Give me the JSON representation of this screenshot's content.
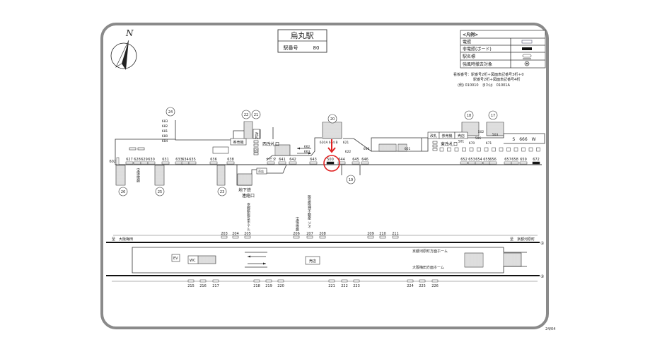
{
  "title": {
    "station_name": "烏丸駅",
    "station_number_label": "駅番号",
    "station_number": "80"
  },
  "compass": {
    "north_label": "N"
  },
  "legend": {
    "header": "<凡例>",
    "rows": [
      {
        "label": "電照",
        "symbol": "lit-board"
      },
      {
        "label": "非電照(ボード)",
        "symbol": "unlit-board"
      },
      {
        "label": "駅名標",
        "symbol": "station-sign"
      },
      {
        "label": "強風時撤去対象",
        "symbol": "wind-removal"
      }
    ],
    "notes": [
      "看板番号：駅番号2桁＋図面表記番号3桁＋0",
      "駅番号2桁＋図面表記番号4桁",
      "(例) 010010　または　01001A"
    ]
  },
  "exits": [
    "24",
    "22",
    "21",
    "20",
    "18",
    "17",
    "26",
    "25",
    "23",
    "19"
  ],
  "concourse": {
    "signs": [
      "602",
      "627",
      "628",
      "629",
      "630",
      "631",
      "633",
      "634",
      "635",
      "636",
      "638",
      "ナビタ",
      "641",
      "642",
      "643",
      "500",
      "644",
      "645",
      "646",
      "652",
      "653",
      "654",
      "655",
      "656",
      "657",
      "658",
      "659",
      "672"
    ],
    "upper_signs": [
      "683",
      "682",
      "681",
      "680",
      "684",
      "662",
      "663",
      "620",
      "A",
      "664",
      "B",
      "621",
      "622",
      "660",
      "661",
      "501",
      "502",
      "503",
      "586",
      "670",
      "671"
    ],
    "facilities": {
      "ticket_machine_west": "券売機",
      "gate_west": "改札",
      "west_gate": "西改札口",
      "ev": "EV",
      "subway_connection_1": "地下鉄",
      "subway_connection_2": "連絡口",
      "shop_west": "売店",
      "gate_east": "改札",
      "ticket_machine_east": "券売機",
      "shop_east": "売店",
      "east_gate": "東改札口",
      "s666w": "S　666　W"
    },
    "ad_labels": {
      "takarazuka_left": "宝塚歌劇"
    }
  },
  "platform": {
    "track1_signs": [
      "203",
      "204",
      "205",
      "206",
      "207",
      "208",
      "209",
      "210",
      "211"
    ],
    "track2_signs": [
      "215",
      "216",
      "217",
      "218",
      "219",
      "220",
      "221",
      "222",
      "223",
      "224",
      "225",
      "226"
    ],
    "to_west": "至　大阪梅田",
    "to_east": "至　京都河原町",
    "track1": "①",
    "track2": "②",
    "ev": "EV",
    "wc": "WC",
    "shop": "売店",
    "platform_kyoto": "京都河原町方面ホーム",
    "platform_osaka": "大阪梅田方面ホーム",
    "ads": {
      "hotel": "京都新阪急ホテル",
      "takarazuka": "宝塚歌劇",
      "realestate": "阪急阪神不動産",
      "geo": "ジオ"
    }
  },
  "highlight": {
    "sign": "500",
    "color": "#e02020"
  },
  "footer": {
    "date": "24/04"
  }
}
